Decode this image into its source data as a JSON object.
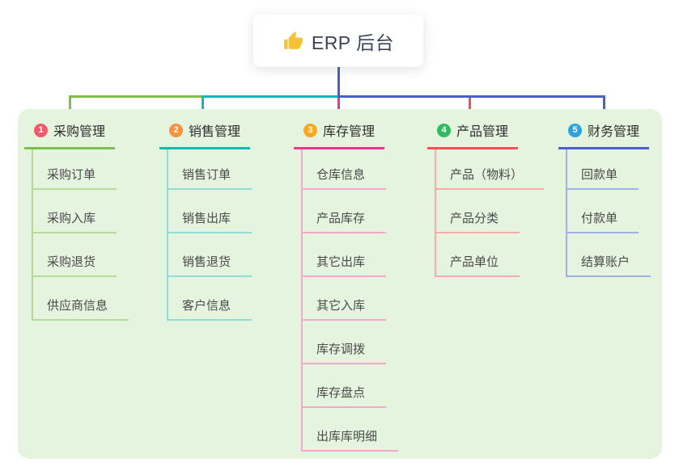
{
  "root": {
    "icon": "thumbs-up-icon",
    "title": "ERP 后台"
  },
  "panel_bg": "#e5f4df",
  "connector": {
    "stem_color": "#4a5fc9"
  },
  "branches": [
    {
      "id": "purchase",
      "num": "1",
      "label": "采购管理",
      "badge_color": "#f4596b",
      "line_color": "#7cbf4a",
      "light_color": "#b5db97",
      "children": [
        "采购订单",
        "采购入库",
        "采购退货",
        "供应商信息"
      ]
    },
    {
      "id": "sales",
      "num": "2",
      "label": "销售管理",
      "badge_color": "#f8923f",
      "line_color": "#12b9b4",
      "light_color": "#92dcd6",
      "children": [
        "销售订单",
        "销售出库",
        "销售退货",
        "客户信息"
      ]
    },
    {
      "id": "inventory",
      "num": "3",
      "label": "库存管理",
      "badge_color": "#f8a91e",
      "line_color": "#e93690",
      "light_color": "#f5a8cd",
      "children": [
        "仓库信息",
        "产品库存",
        "其它出库",
        "其它入库",
        "库存调拨",
        "库存盘点",
        "出库库明细"
      ]
    },
    {
      "id": "product",
      "num": "4",
      "label": "产品管理",
      "badge_color": "#33b95e",
      "line_color": "#f74e56",
      "light_color": "#f9a8ac",
      "children": [
        "产品（物料）",
        "产品分类",
        "产品单位"
      ]
    },
    {
      "id": "finance",
      "num": "5",
      "label": "财务管理",
      "badge_color": "#2ba4df",
      "line_color": "#4a5fc9",
      "light_color": "#9db2e4",
      "children": [
        "回款单",
        "付款单",
        "结算账户"
      ]
    }
  ]
}
